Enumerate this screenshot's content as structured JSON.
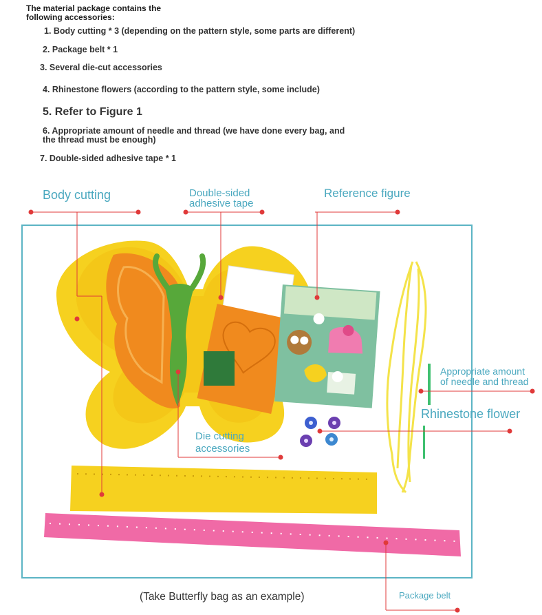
{
  "intro": {
    "line1": "The material package contains the",
    "line2": "following accessories:"
  },
  "items": [
    "1. Body cutting * 3 (depending on the pattern style, some parts are different)",
    "2. Package belt * 1",
    "3. Several die-cut accessories",
    "4. Rhinestone flowers (according to the pattern style, some include)",
    "5. Refer to Figure 1",
    "6. Appropriate amount of needle and thread (we have done every bag, and",
    "the thread must be enough)",
    "7. Double-sided adhesive tape * 1"
  ],
  "labels": {
    "body_cutting": "Body cutting",
    "adhesive_line1": "Double-sided",
    "adhesive_line2": "adhesive tape",
    "reference_figure": "Reference figure",
    "needle_line1": "Appropriate amount",
    "needle_line2": "of needle and thread",
    "rhinestone_flower": "Rhinestone flower",
    "die_cutting_line1": "Die cutting",
    "die_cutting_line2": "accessories",
    "package_belt": "Package belt"
  },
  "caption": "(Take Butterfly bag as an example)",
  "colors": {
    "label_teal": "#4aa8bf",
    "leader_red": "#e03a3a",
    "frame_teal": "#5bb4c4",
    "felt_yellow": "#f6d11f",
    "felt_orange": "#f08a1e",
    "felt_green": "#57a83a",
    "felt_pink": "#f06aa6"
  }
}
